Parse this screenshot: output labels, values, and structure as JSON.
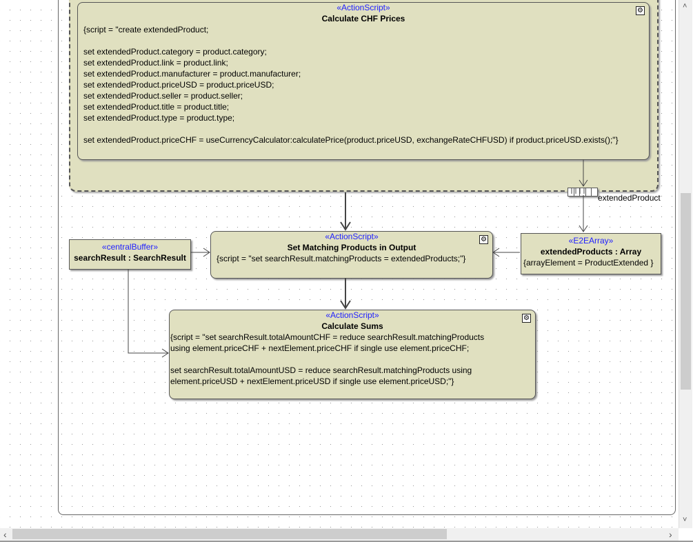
{
  "nodes": {
    "calc_chf": {
      "stereotype": "«ActionScript»",
      "title": "Calculate CHF Prices",
      "body": "{script = \"create extendedProduct;\n\nset extendedProduct.category = product.category;\nset extendedProduct.link = product.link;\nset extendedProduct.manufacturer = product.manufacturer;\nset extendedProduct.priceUSD = product.priceUSD;\nset extendedProduct.seller = product.seller;\nset extendedProduct.title = product.title;\nset extendedProduct.type = product.type;\n\nset extendedProduct.priceCHF = useCurrencyCalculator:calculatePrice(product.priceUSD, exchangeRateCHFUSD) if product.priceUSD.exists();\"}"
    },
    "set_matching": {
      "stereotype": "«ActionScript»",
      "title": "Set Matching Products in Output",
      "body": "{script = \"set searchResult.matchingProducts = extendedProducts;\"}"
    },
    "calc_sums": {
      "stereotype": "«ActionScript»",
      "title": "Calculate Sums",
      "body": "{script = \"set searchResult.totalAmountCHF = reduce searchResult.matchingProducts\nusing element.priceCHF + nextElement.priceCHF if single use element.priceCHF;\n\nset searchResult.totalAmountUSD = reduce searchResult.matchingProducts using\nelement.priceUSD + nextElement.priceUSD if single use element.priceUSD;\"}"
    },
    "search_result": {
      "stereotype": "«centralBuffer»",
      "title": "searchResult : SearchResult"
    },
    "extended_products": {
      "stereotype": "«E2EArray»",
      "title": "extendedProducts : Array",
      "body": "{arrayElement = ProductExtended }"
    }
  },
  "pin_label": "extendedProduct",
  "scroll": {
    "up": "˄",
    "down": "˅",
    "left": "‹",
    "right": "›"
  }
}
